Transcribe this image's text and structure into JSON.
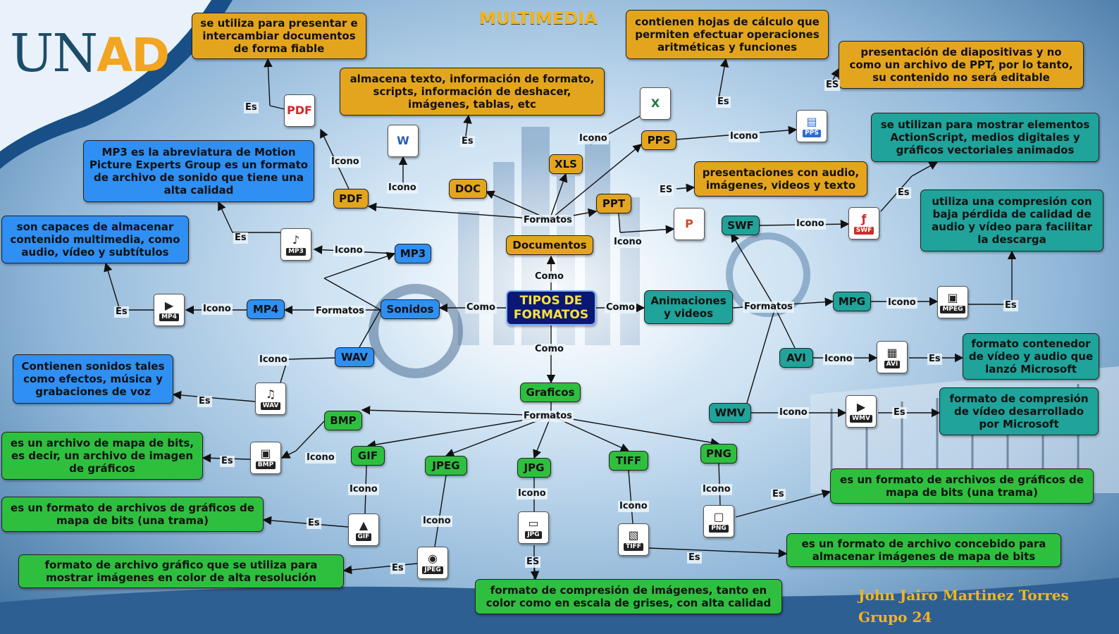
{
  "title": "MULTIMEDIA",
  "logo": {
    "part1": "UN",
    "part2": "AD"
  },
  "author": {
    "name": "John Jairo Martinez Torres",
    "group": "Grupo 24"
  },
  "colors": {
    "documents": "#e4a51e",
    "sounds": "#2f8ff2",
    "animations": "#1fa39a",
    "graphics": "#2fbf3f",
    "center": "#0a1874",
    "center_text": "#ffe23c"
  },
  "center": "TIPOS DE FORMATOS",
  "categories": {
    "documents": "Documentos",
    "sounds": "Sonidos",
    "animations": "Animaciones y videos",
    "graphics": "Graficos"
  },
  "formats": {
    "pdf": "PDF",
    "doc": "DOC",
    "xls": "XLS",
    "pps": "PPS",
    "ppt": "PPT",
    "mp3": "MP3",
    "mp4": "MP4",
    "wav": "WAV",
    "swf": "SWF",
    "mpg": "MPG",
    "avi": "AVI",
    "wmv": "WMV",
    "bmp": "BMP",
    "gif": "GIF",
    "jpeg": "JPEG",
    "jpg": "JPG",
    "tiff": "TIFF",
    "png": "PNG"
  },
  "descriptions": {
    "pdf": "se utiliza para presentar e intercambiar documentos de forma fiable",
    "doc": "almacena texto, información de formato, scripts, información de deshacer, imágenes, tablas, etc",
    "xls": "contienen hojas de cálculo que permiten efectuar operaciones aritméticas y funciones",
    "pps": "presentación de diapositivas y no como un archivo de PPT, por lo tanto, su contenido no será editable",
    "ppt": "presentaciones con audio, imágenes, videos y texto",
    "mp3": "MP3 es la abreviatura de Motion Picture Experts Group es un formato de archivo de sonido que tiene una alta calidad",
    "mp4": "son capaces de almacenar contenido multimedia, como audio, vídeo y subtítulos",
    "wav": "Contienen sonidos tales como efectos, música y grabaciones de voz",
    "swf": "se utilizan para mostrar elementos ActionScript, medios digitales y gráficos vectoriales animados",
    "mpg": "utiliza una compresión con baja pérdida de calidad de audio y vídeo para facilitar la descarga",
    "avi": "formato contenedor de vídeo y audio que lanzó Microsoft",
    "wmv": "formato de compresión de vídeo desarrollado por Microsoft",
    "bmp": "es un archivo de mapa de bits, es decir, un archivo de imagen de gráficos",
    "gif": "es un formato de archivos de gráficos de mapa de bits (una trama)",
    "jpeg": "formato de archivo gráfico que se utiliza para mostrar imágenes en color de alta resolución",
    "jpg": "formato de compresión de imágenes, tanto en color como en escala de grises, con alta calidad",
    "tiff": "es un formato de archivo concebido para almacenar imágenes de mapa de bits",
    "png": "es un formato de archivos de gráficos de mapa de bits (una trama)"
  },
  "icons": {
    "pdf": {
      "glyph": "PDF",
      "caption": "",
      "name": "pdf-file-icon"
    },
    "doc": {
      "glyph": "W",
      "caption": "",
      "name": "word-file-icon"
    },
    "xls": {
      "glyph": "X",
      "caption": "",
      "name": "excel-file-icon"
    },
    "pps": {
      "glyph": "▤",
      "caption": "PPS",
      "name": "pps-file-icon"
    },
    "ppt": {
      "glyph": "P",
      "caption": "",
      "name": "powerpoint-file-icon"
    },
    "mp3": {
      "glyph": "♪",
      "caption": "MP3",
      "name": "mp3-file-icon"
    },
    "mp4": {
      "glyph": "▶",
      "caption": "MP4",
      "name": "mp4-file-icon"
    },
    "wav": {
      "glyph": "♫",
      "caption": "WAV",
      "name": "wav-file-icon"
    },
    "swf": {
      "glyph": "ƒ",
      "caption": "SWF",
      "name": "swf-file-icon"
    },
    "mpg": {
      "glyph": "▣",
      "caption": "MPEG",
      "name": "mpg-file-icon"
    },
    "avi": {
      "glyph": "▦",
      "caption": "AVI",
      "name": "avi-file-icon"
    },
    "wmv": {
      "glyph": "▶",
      "caption": "WMV",
      "name": "wmv-file-icon"
    },
    "bmp": {
      "glyph": "▣",
      "caption": "BMP",
      "name": "bmp-file-icon"
    },
    "gif": {
      "glyph": "▲",
      "caption": "GIF",
      "name": "gif-file-icon"
    },
    "jpeg": {
      "glyph": "◉",
      "caption": "JPEG",
      "name": "jpeg-file-icon"
    },
    "jpg": {
      "glyph": "▭",
      "caption": "JPG",
      "name": "jpg-file-icon"
    },
    "tiff": {
      "glyph": "▧",
      "caption": "TIFF",
      "name": "tiff-file-icon"
    },
    "png": {
      "glyph": "▢",
      "caption": "PNG",
      "name": "png-file-icon"
    }
  },
  "link_labels": {
    "como": "Como",
    "formatos": "Formatos",
    "icono": "Icono",
    "es": "Es",
    "es_caps": "ES",
    "es_upper": "ES"
  }
}
